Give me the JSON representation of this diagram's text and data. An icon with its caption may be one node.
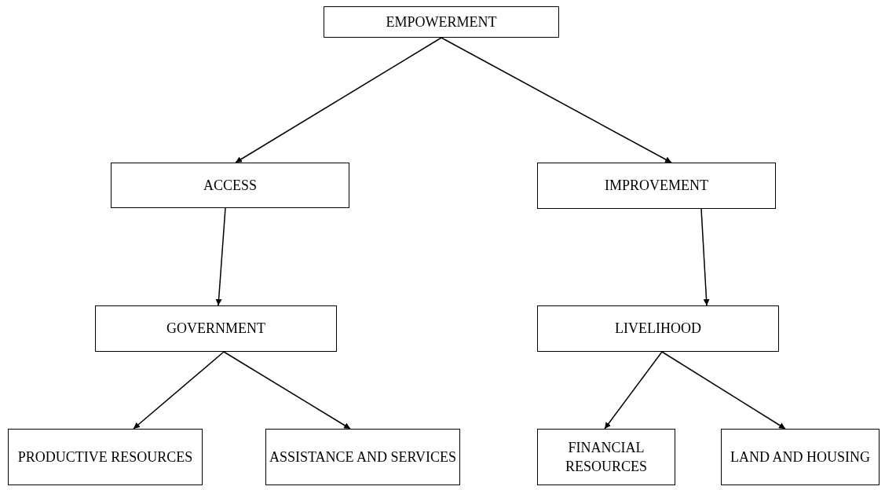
{
  "diagram": {
    "nodes": [
      {
        "text": [
          "EMPOWERMENT"
        ]
      },
      {
        "text": [
          "ACCESS"
        ]
      },
      {
        "text": [
          "IMPROVEMENT"
        ]
      },
      {
        "text": [
          "GOVERNMENT"
        ]
      },
      {
        "text": [
          "LIVELIHOOD"
        ]
      },
      {
        "text": [
          "PRODUCTIVE RESOURCES"
        ]
      },
      {
        "text": [
          "ASSISTANCE AND SERVICES"
        ]
      },
      {
        "text": [
          "FINANCIAL RESOURCES"
        ]
      },
      {
        "text": [
          "LAND AND HOUSING"
        ]
      }
    ],
    "edges": [
      {
        "from": 0,
        "to": 1,
        "arrow": "to"
      },
      {
        "from": 0,
        "to": 2,
        "arrow": "to"
      },
      {
        "from": 1,
        "to": 3,
        "arrow": "to"
      },
      {
        "from": 2,
        "to": 4,
        "arrow": "to"
      },
      {
        "from": 3,
        "to": 5,
        "arrow": "to"
      },
      {
        "from": 3,
        "to": 6,
        "arrow": "to"
      },
      {
        "from": 4,
        "to": 7,
        "arrow": "to"
      },
      {
        "from": 4,
        "to": 8,
        "arrow": "to"
      }
    ]
  }
}
